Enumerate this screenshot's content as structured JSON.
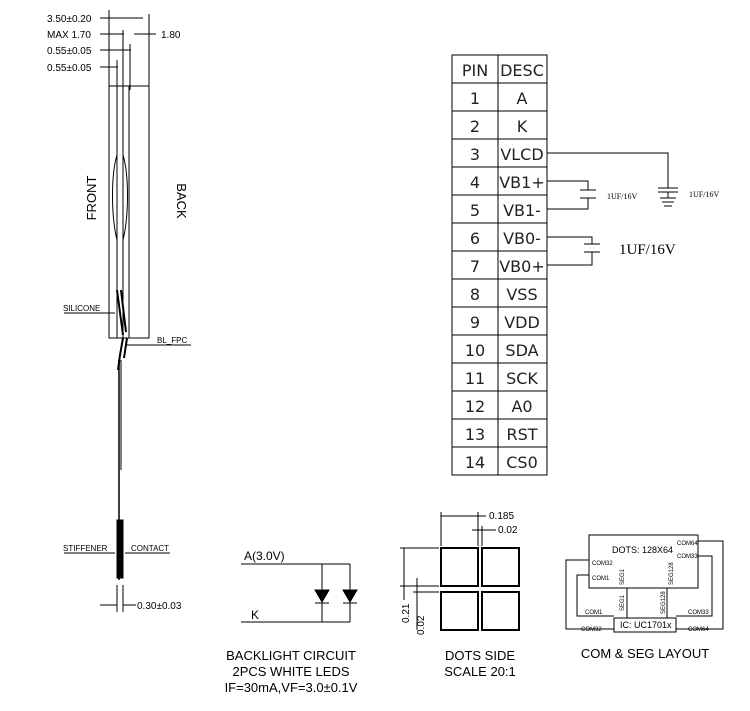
{
  "side_view": {
    "dims": [
      "3.50±0.20",
      "MAX  1.70",
      "0.55±0.05",
      "0.55±0.05"
    ],
    "dim_right": "1.80",
    "front_label": "FRONT",
    "back_label": "BACK",
    "silicone_label": "SILICONE",
    "bl_fpc_label": "BL_FPC",
    "stiffener_label": "STIFFENER",
    "contact_label": "CONTACT",
    "thickness_dim": "0.30±0.03"
  },
  "pin_table": {
    "headers": [
      "PIN",
      "DESC"
    ],
    "rows": [
      {
        "pin": "1",
        "desc": "A"
      },
      {
        "pin": "2",
        "desc": "K"
      },
      {
        "pin": "3",
        "desc": "VLCD"
      },
      {
        "pin": "4",
        "desc": "VB1+"
      },
      {
        "pin": "5",
        "desc": "VB1-"
      },
      {
        "pin": "6",
        "desc": "VB0-"
      },
      {
        "pin": "7",
        "desc": "VB0+"
      },
      {
        "pin": "8",
        "desc": "VSS"
      },
      {
        "pin": "9",
        "desc": "VDD"
      },
      {
        "pin": "10",
        "desc": "SDA"
      },
      {
        "pin": "11",
        "desc": "SCK"
      },
      {
        "pin": "12",
        "desc": "A0"
      },
      {
        "pin": "13",
        "desc": "RST"
      },
      {
        "pin": "14",
        "desc": "CS0"
      }
    ],
    "cap_vb1": "1UF/16V",
    "cap_vlcd": "1UF/16V",
    "cap_vb0": "1UF/16V"
  },
  "backlight": {
    "anode_label": "A(3.0V)",
    "cathode_label": "K",
    "caption": [
      "BACKLIGHT CIRCUIT",
      "2PCS WHITE LEDS",
      "IF=30mA,VF=3.0±0.1V"
    ]
  },
  "dots": {
    "dim_top1": "0.185",
    "dim_top2": "0.02",
    "dim_left1": "0.21",
    "dim_left2": "0.02",
    "caption": [
      "DOTS SIDE",
      "SCALE 20:1"
    ]
  },
  "com_seg": {
    "dots_label": "DOTS: 128X64",
    "ic_label": "IC: UC1701x",
    "com32": "COM32",
    "com1": "COM1",
    "com64": "COM64",
    "com33": "COM33",
    "seg1": "SEG1",
    "seg128": "SEG128",
    "caption": "COM & SEG LAYOUT"
  }
}
